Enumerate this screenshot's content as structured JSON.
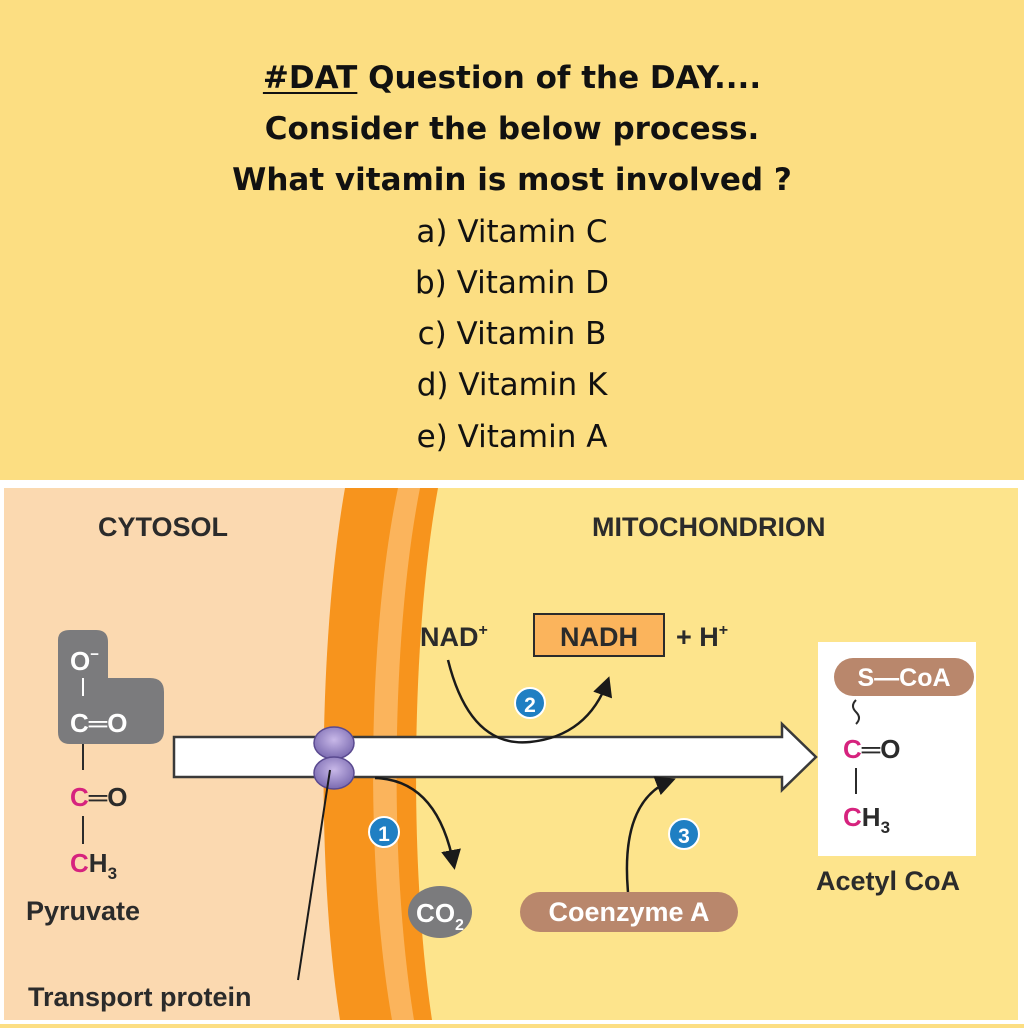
{
  "question": {
    "hashtag": "#DAT",
    "title_rest": " Question of the DAY....",
    "line2": "Consider the below process.",
    "line3": "What vitamin is most involved ?",
    "options": [
      "a) Vitamin C",
      "b) Vitamin D",
      "c) Vitamin B",
      "d) Vitamin K",
      "e) Vitamin A"
    ]
  },
  "diagram": {
    "cytosol_label": "CYTOSOL",
    "mito_label": "MITOCHONDRION",
    "pyruvate": {
      "o_minus": "O",
      "o_minus_sup": "−",
      "c1": "C",
      "eq_o1": "═O",
      "c2": "C",
      "eq_o2": "═O",
      "ch3_c": "C",
      "ch3_h": "H",
      "ch3_sub": "3",
      "label": "Pyruvate"
    },
    "nad_plus": "NAD",
    "nad_plus_sup": "+",
    "nadh": "NADH",
    "h_plus": "+ H",
    "h_plus_sup": "+",
    "step1": "1",
    "step2": "2",
    "step3": "3",
    "co2": "CO",
    "co2_sub": "2",
    "coenzyme_a": "Coenzyme A",
    "transport_protein": "Transport protein",
    "acetyl": {
      "s_coa": "S—CoA",
      "c": "C",
      "eq_o": "═O",
      "ch3_c": "C",
      "ch3_h": "H",
      "ch3_sub": "3",
      "label": "Acetyl CoA"
    },
    "colors": {
      "magenta": "#d6237e",
      "step_blue": "#1f7fc3",
      "gray": "#7b7b7d",
      "brown": "#b9876c",
      "orange": "#f7941d",
      "cytosol": "#fbd9b0",
      "mito": "#fde48c"
    }
  }
}
